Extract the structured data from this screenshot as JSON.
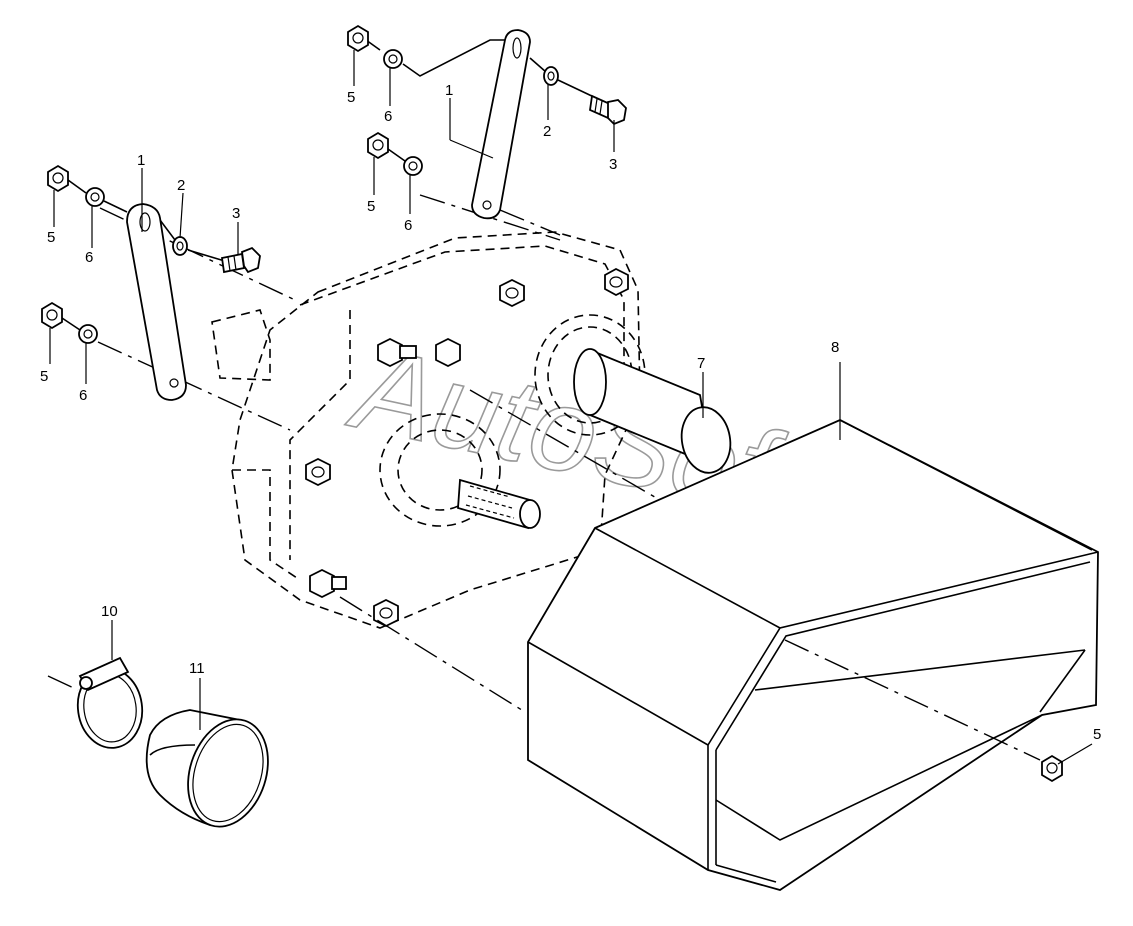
{
  "watermark": "AutoSoft",
  "callouts": {
    "c1a": "1",
    "c1b": "1",
    "c2a": "2",
    "c2b": "2",
    "c3a": "3",
    "c3b": "3",
    "c5a": "5",
    "c5b": "5",
    "c5c": "5",
    "c5d": "5",
    "c5e": "5",
    "c6a": "6",
    "c6b": "6",
    "c6c": "6",
    "c6d": "6",
    "c7": "7",
    "c8": "8",
    "c10": "10",
    "c11": "11"
  }
}
